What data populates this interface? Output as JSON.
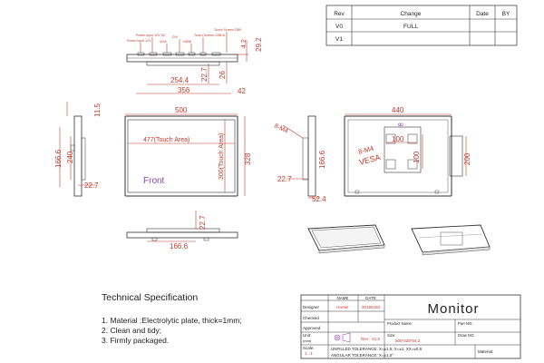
{
  "revision_table": {
    "headers": [
      "Rev",
      "Change",
      "Date",
      "BY"
    ],
    "rows": [
      {
        "rev": "V0",
        "change": "FULL",
        "date": "",
        "by": ""
      },
      {
        "rev": "V1",
        "change": "",
        "date": "",
        "by": ""
      }
    ]
  },
  "top_view": {
    "port_labels": [
      "Power Input 12V",
      "Power Input 12V DC",
      "VGA",
      "DVI",
      "HDMI",
      "Touch Screen USB-B",
      "Touch Screen DB9"
    ],
    "dims": {
      "h1": "4.2",
      "h2": "29.2",
      "w1": "254.4",
      "w2": "356",
      "h3": "22.7",
      "h4": "26",
      "w3": "42"
    }
  },
  "front_view": {
    "dims": {
      "top": "500",
      "left_a": "11.5",
      "left_b": "166.6",
      "left_c": "240",
      "left_d": "22.7",
      "right": "328",
      "bottom": "22.7",
      "bottom_w": "166.6"
    },
    "touch_width": "477(Touch Area)",
    "touch_height": "300(Touch Area)",
    "label": "Front"
  },
  "back_view": {
    "dims": {
      "top": "440",
      "vesa_w": "100",
      "vesa_h": "100",
      "right": "200",
      "side": "22.7",
      "side2": "52.4"
    },
    "screw_left": "8-M4",
    "screw_vesa": "8-M4",
    "vesa": "VESA"
  },
  "spec": {
    "title": "Technical Specification",
    "items": [
      "1. Material :Electrolytic plate, thick=1mm;",
      "2. Clean and tidy;",
      "3. Firmly packaged."
    ]
  },
  "title_block": {
    "col_name": "NAME",
    "col_date": "DATE",
    "designer_label": "Designer",
    "designer_name": "Hunter",
    "designer_date": "20190420",
    "checked_label": "Checked",
    "approved_label": "Approved",
    "unit_label": "Unit:",
    "unit_value": "(mm)",
    "scale_label": "Scale:",
    "scale_value": "1 : 1",
    "title": "Monitor",
    "rev": "Rev : V1.0",
    "product_name_label": "Product Name:",
    "part_no_label": "Part NO:",
    "size_label": "Size:",
    "size_value": "500*328*54.2",
    "draw_no_label": "Draw NO:",
    "tol_unfilled": "UNFILLED TOLERANCE:  X=±1.5;   X=±1;  XX=±0.5",
    "tol_angular": "ANGULAR TOLERANCE:  X=±1.0°",
    "material_label": "Material:"
  },
  "colors": {
    "dimension": "#c0392b",
    "line": "#333333",
    "front_label": "#8e44ad",
    "vesa_mark": "#8e44ad"
  }
}
